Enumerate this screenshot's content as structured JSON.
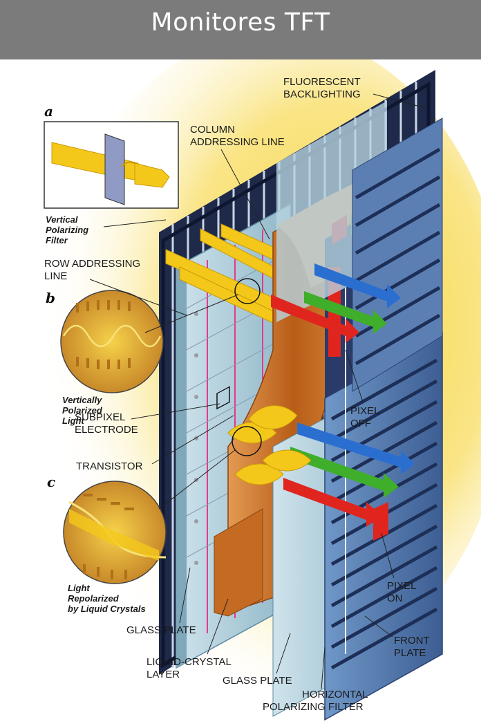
{
  "header": {
    "title": "Monitores TFT"
  },
  "labels": {
    "fluorescent_1": "FLUORESCENT",
    "fluorescent_2": "BACKLIGHTING",
    "column_1": "COLUMN",
    "column_2": "ADDRESSING LINE",
    "row_1": "ROW ADDRESSING",
    "row_2": "LINE",
    "subpixel_1": "SUBPIXEL",
    "subpixel_2": "ELECTRODE",
    "transistor": "TRANSISTOR",
    "pixel_off_1": "PIXEL",
    "pixel_off_2": "OFF",
    "pixel_on_1": "PIXEL",
    "pixel_on_2": "ON",
    "glass_plate_left": "GLASS PLATE",
    "lc_layer_1": "LIQUID-CRYSTAL",
    "lc_layer_2": "LAYER",
    "glass_plate_mid": "GLASS PLATE",
    "front_1": "FRONT",
    "front_2": "PLATE",
    "horiz_1": "HORIZONTAL",
    "horiz_2": "POLARIZING FILTER"
  },
  "insets": {
    "a": {
      "letter": "a",
      "caption_1": "Vertical",
      "caption_2": "Polarizing",
      "caption_3": "Filter"
    },
    "b": {
      "letter": "b",
      "caption_1": "Vertically",
      "caption_2": "Polarized",
      "caption_3": "Light"
    },
    "c": {
      "letter": "c",
      "caption_1": "Light",
      "caption_2": "Repolarized",
      "caption_3": "by Liquid Crystals"
    }
  },
  "colors": {
    "header_bg": "#7b7b7b",
    "glow": "#f7d53a",
    "backlight": "#1f2a4a",
    "glass": "#9fc6d6",
    "liquid_crystal": "#c46a22",
    "red": "#e0251e",
    "green": "#3fae2a",
    "blue": "#2a6fd0",
    "yellow_light": "#f4c81a",
    "pink_line": "#e23a8a"
  }
}
